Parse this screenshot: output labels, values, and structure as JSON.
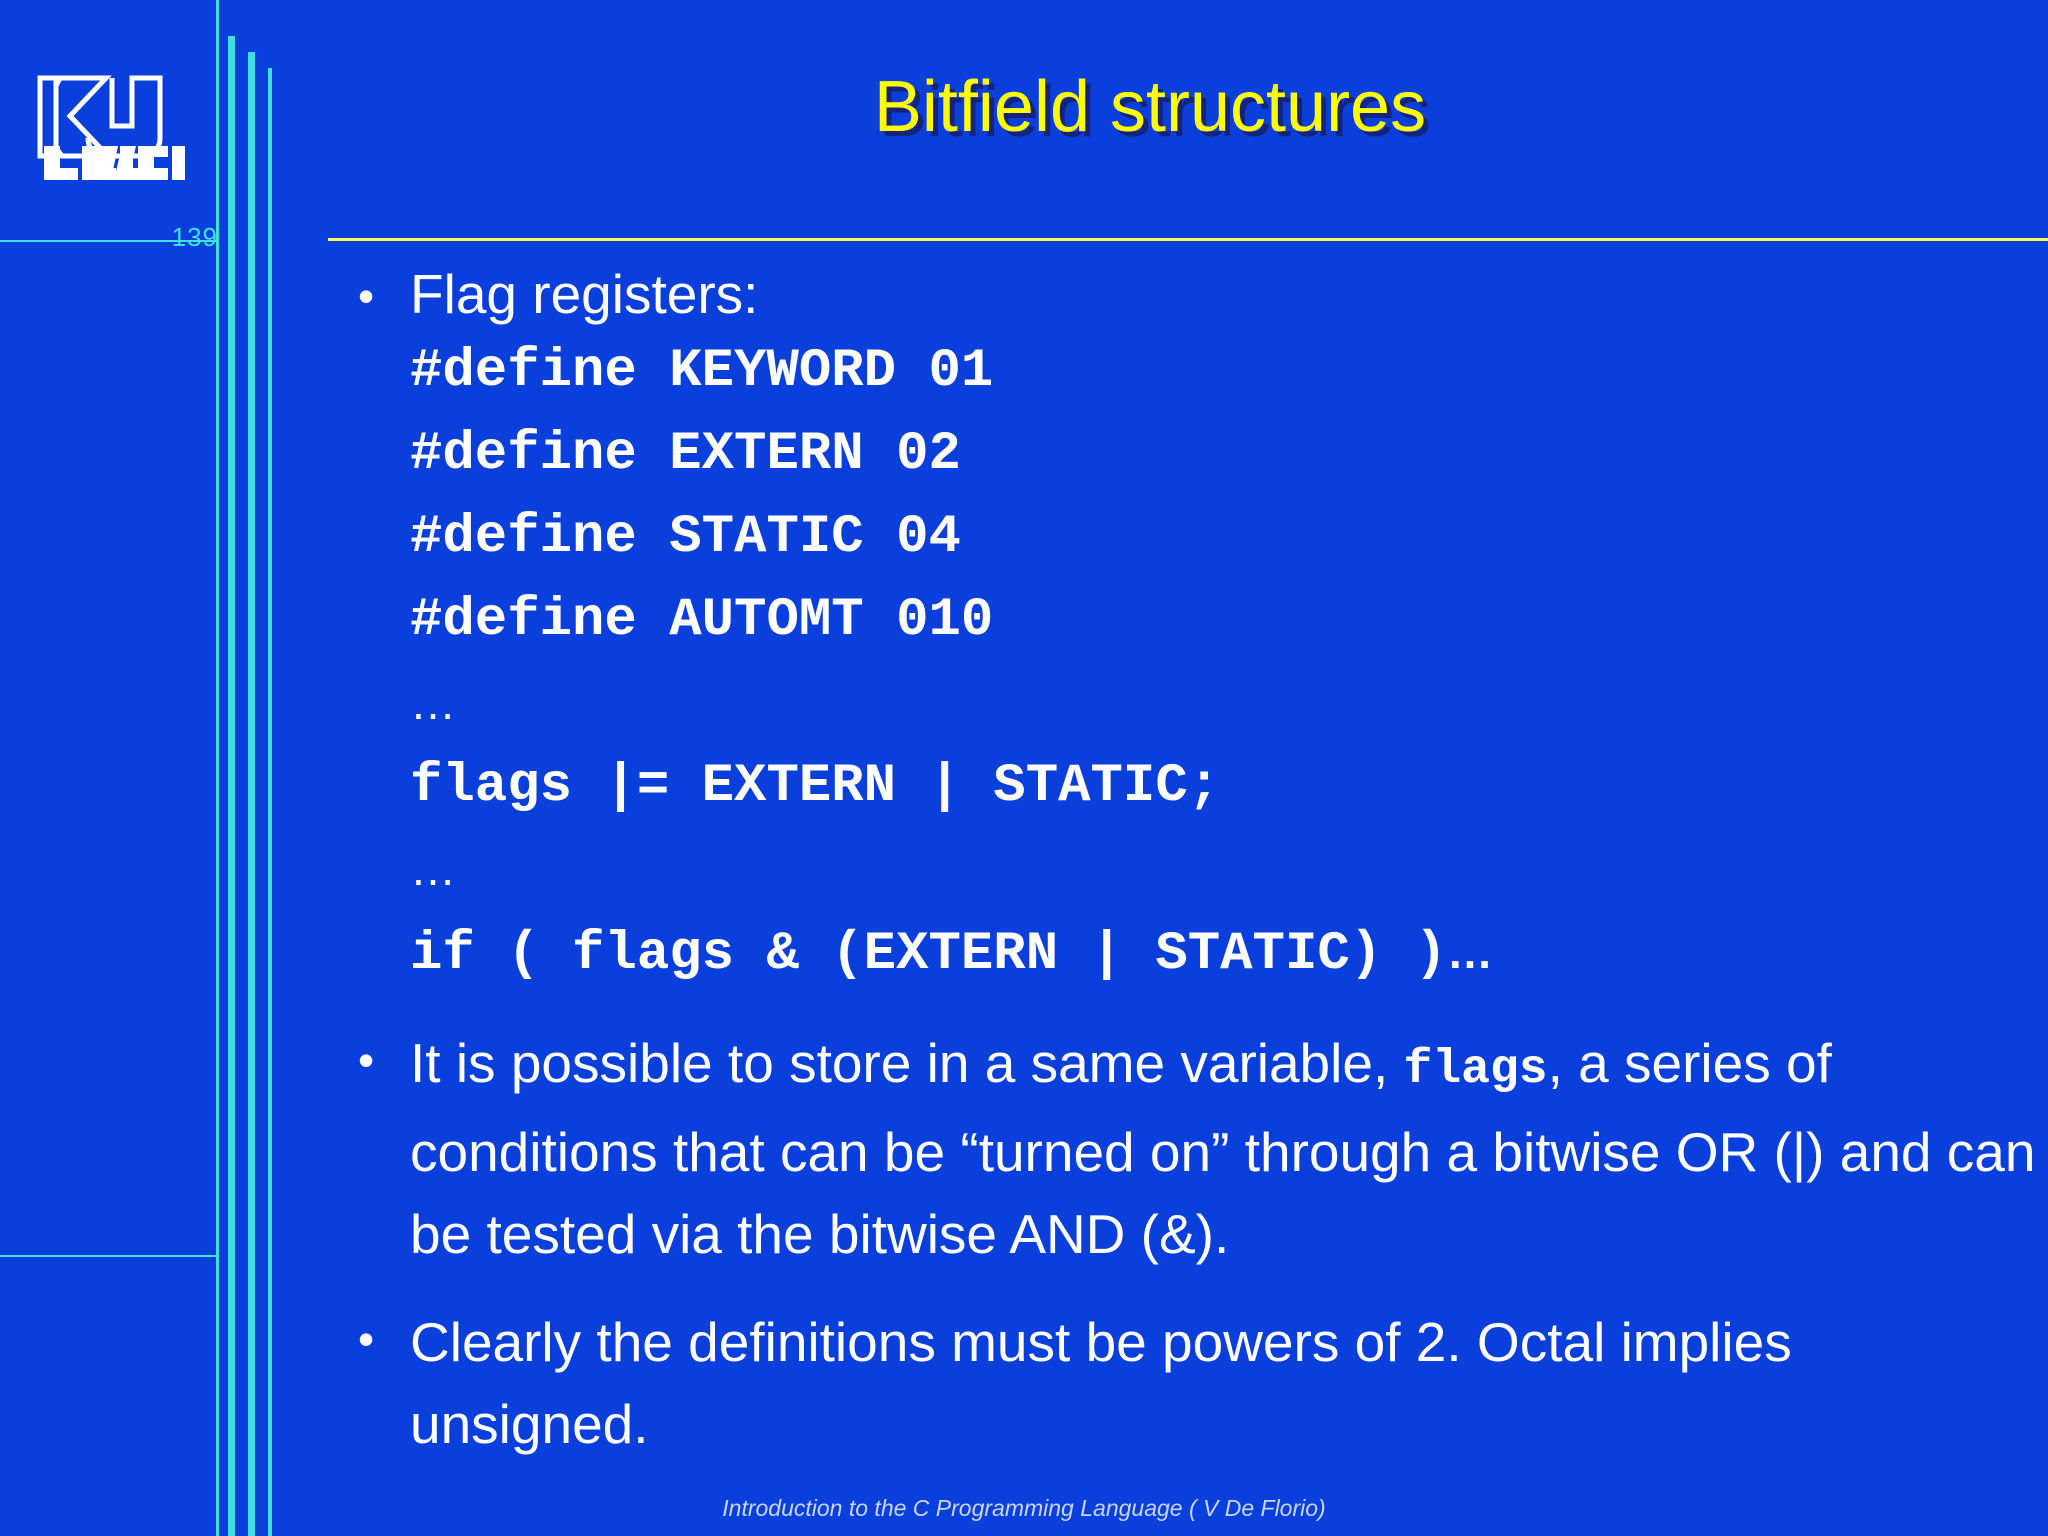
{
  "slide": {
    "background_color": "#0a3fdc",
    "accent_cyan": "#3ee0e0",
    "title_color": "#ffff00",
    "rule_color": "#ffff55",
    "text_color": "#ffffff",
    "title": "Bitfield structures",
    "page_number": "139",
    "logo_alt": "KU LEUVEN",
    "logo_text_top": "KU",
    "logo_text_bottom": "LEUVEN",
    "footer": "Introduction to the C Programming Language ( V De Florio)"
  },
  "bullets": [
    {
      "marker": "•",
      "lead": "Flag registers:",
      "code_lines": [
        "#define KEYWORD 01",
        "#define EXTERN 02",
        "#define STATIC 04",
        "#define AUTOMT 010"
      ],
      "ellipsis_1": "…",
      "code_line_2": "flags |= EXTERN | STATIC;",
      "ellipsis_2": "…",
      "code_line_3": "if ( flags & (EXTERN | STATIC) )",
      "code_line_3_tail": "…"
    },
    {
      "marker": "•",
      "text_part_1": "It is possible to store in a same variable, ",
      "text_code": "flags",
      "text_part_2": ", a series of conditions that can be “turned on” through a bitwise OR (|) and can be tested via the bitwise AND (&)."
    },
    {
      "marker": "•",
      "text": "Clearly the definitions must be powers of 2. Octal implies unsigned."
    }
  ]
}
